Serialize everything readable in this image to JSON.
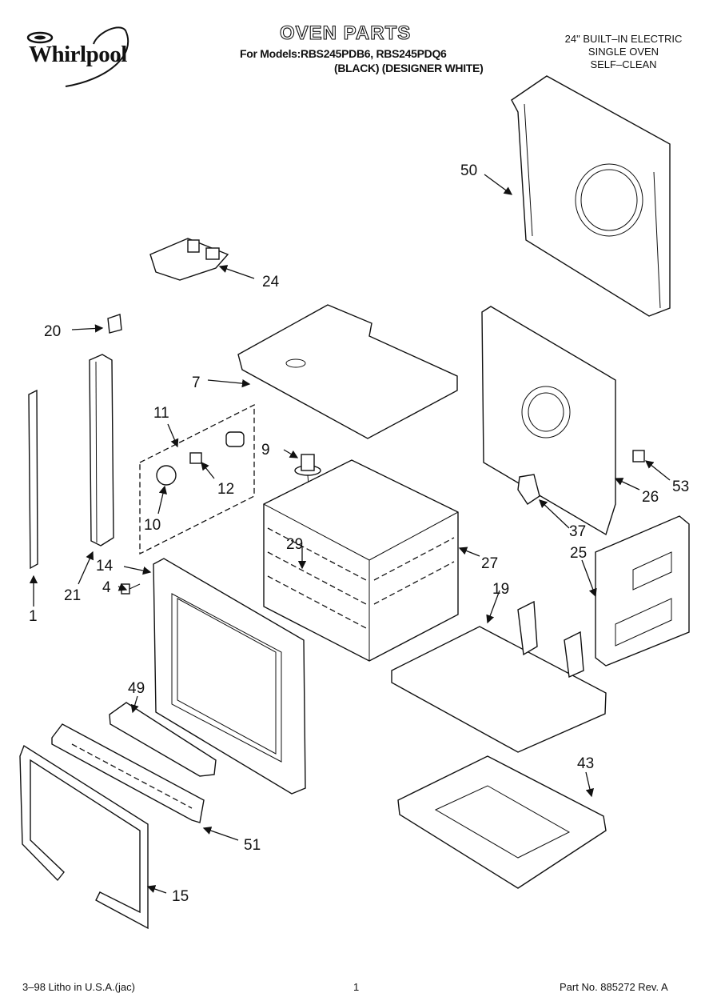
{
  "header": {
    "brand": "Whirlpool",
    "title": "OVEN PARTS",
    "models_line": "For Models:RBS245PDB6, RBS245PDQ6",
    "colors_line": "(BLACK)  (DESIGNER WHITE)",
    "spec_lines": [
      "24\" BUILT–IN ELECTRIC",
      "SINGLE OVEN",
      "SELF–CLEAN"
    ]
  },
  "callouts": {
    "p1": "1",
    "p4": "4",
    "p7": "7",
    "p9": "9",
    "p10": "10",
    "p11": "11",
    "p12": "12",
    "p14": "14",
    "p15": "15",
    "p19": "19",
    "p20": "20",
    "p21": "21",
    "p24": "24",
    "p25": "25",
    "p26": "26",
    "p27": "27",
    "p29": "29",
    "p37": "37",
    "p43": "43",
    "p49": "49",
    "p50": "50",
    "p51": "51",
    "p53": "53"
  },
  "footer": {
    "left": "3–98 Litho in U.S.A.(jac)",
    "page": "1",
    "part_no": "Part No. 885272 Rev. A"
  }
}
